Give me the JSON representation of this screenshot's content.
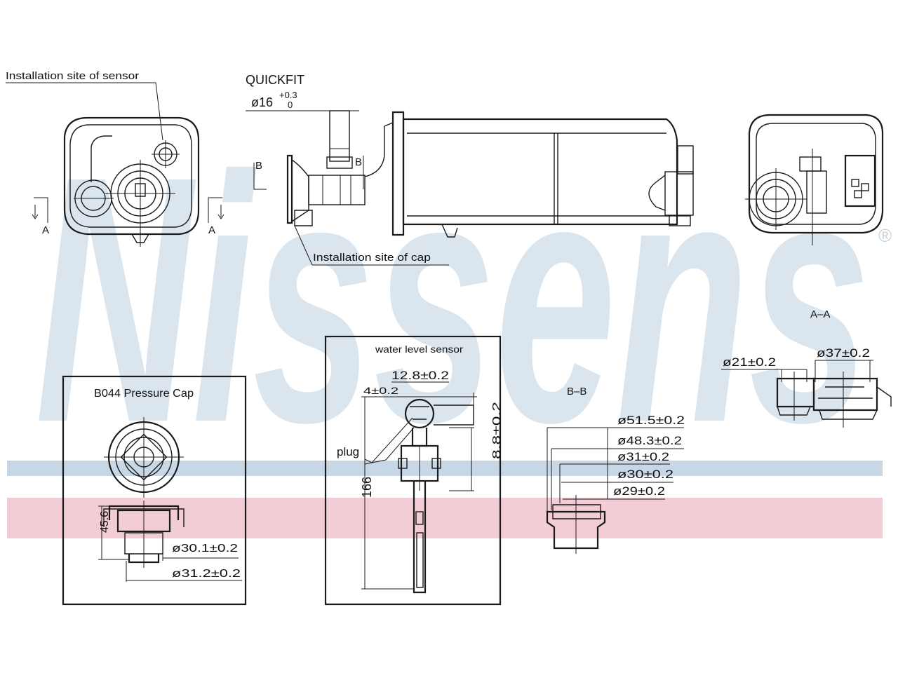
{
  "watermark": {
    "brand": "Nissens",
    "registered": "®",
    "stripe_blue": "#c8d7e6",
    "stripe_red": "#f2cdd5",
    "letter_color": "#dbe5ee"
  },
  "labels": {
    "install_sensor": "Installation site of sensor",
    "install_cap": "Installation site of cap",
    "quickfit": "QUICKFIT",
    "quickfit_dia": "ø16",
    "quickfit_tol_upper": "+0.3",
    "quickfit_tol_lower": "0",
    "section_a_left": "A",
    "section_a_right": "A",
    "section_b_left": "B",
    "section_b_right": "B",
    "section_aa": "A–A",
    "section_bb": "B–B"
  },
  "pressure_cap": {
    "title": "B044 Pressure Cap",
    "height": "45.6",
    "dia1": "ø30.1±0.2",
    "dia2": "ø31.2±0.2"
  },
  "level_sensor": {
    "title": "water level sensor",
    "dim_top": "12.8±0.2",
    "dim_small": "4±0.2",
    "plug": "plug",
    "length": "166",
    "dim_side": "8.8±0.2"
  },
  "section_bb": {
    "d1": "ø51.5±0.2",
    "d2": "ø48.3±0.2",
    "d3": "ø31±0.2",
    "d4": "ø30±0.2",
    "d5": "ø29±0.2"
  },
  "section_aa": {
    "d1": "ø21±0.2",
    "d2": "ø37±0.2"
  }
}
